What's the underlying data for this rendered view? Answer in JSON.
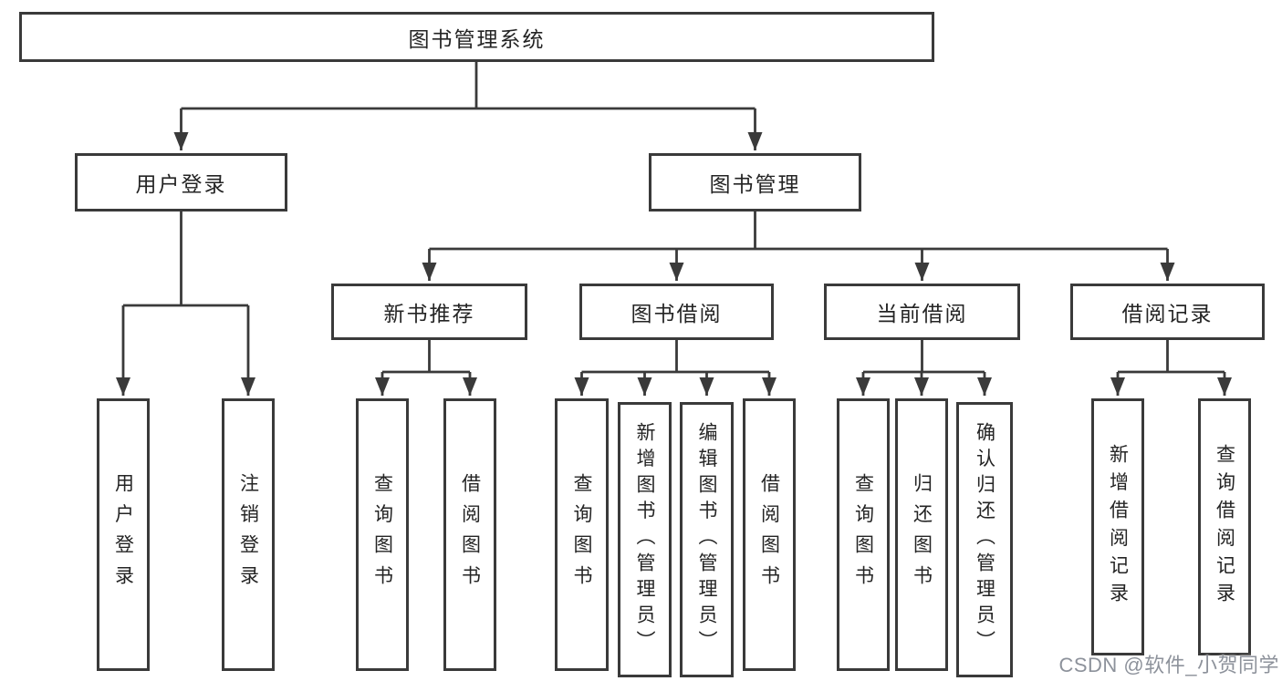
{
  "tree": {
    "label": "图书管理系统",
    "children": [
      {
        "label": "用户登录",
        "children": [
          {
            "label": "用户登录"
          },
          {
            "label": "注销登录"
          }
        ]
      },
      {
        "label": "图书管理",
        "children": [
          {
            "label": "新书推荐",
            "children": [
              {
                "label": "查询图书"
              },
              {
                "label": "借阅图书"
              }
            ]
          },
          {
            "label": "图书借阅",
            "children": [
              {
                "label": "查询图书"
              },
              {
                "label": "新增图书（管理员）"
              },
              {
                "label": "编辑图书（管理员）"
              },
              {
                "label": "借阅图书"
              }
            ]
          },
          {
            "label": "当前借阅",
            "children": [
              {
                "label": "查询图书"
              },
              {
                "label": "归还图书"
              },
              {
                "label": "确认归还（管理员）"
              }
            ]
          },
          {
            "label": "借阅记录",
            "children": [
              {
                "label": "新增借阅记录"
              },
              {
                "label": "查询借阅记录"
              }
            ]
          }
        ]
      }
    ]
  },
  "watermark": {
    "text": "CSDN @软件_小贺同学"
  },
  "colors": {
    "background": "#ffffff",
    "line": "#3a3a3a",
    "box_border": "#3a3a3a",
    "text": "#242424",
    "watermark": "#8d929b"
  }
}
